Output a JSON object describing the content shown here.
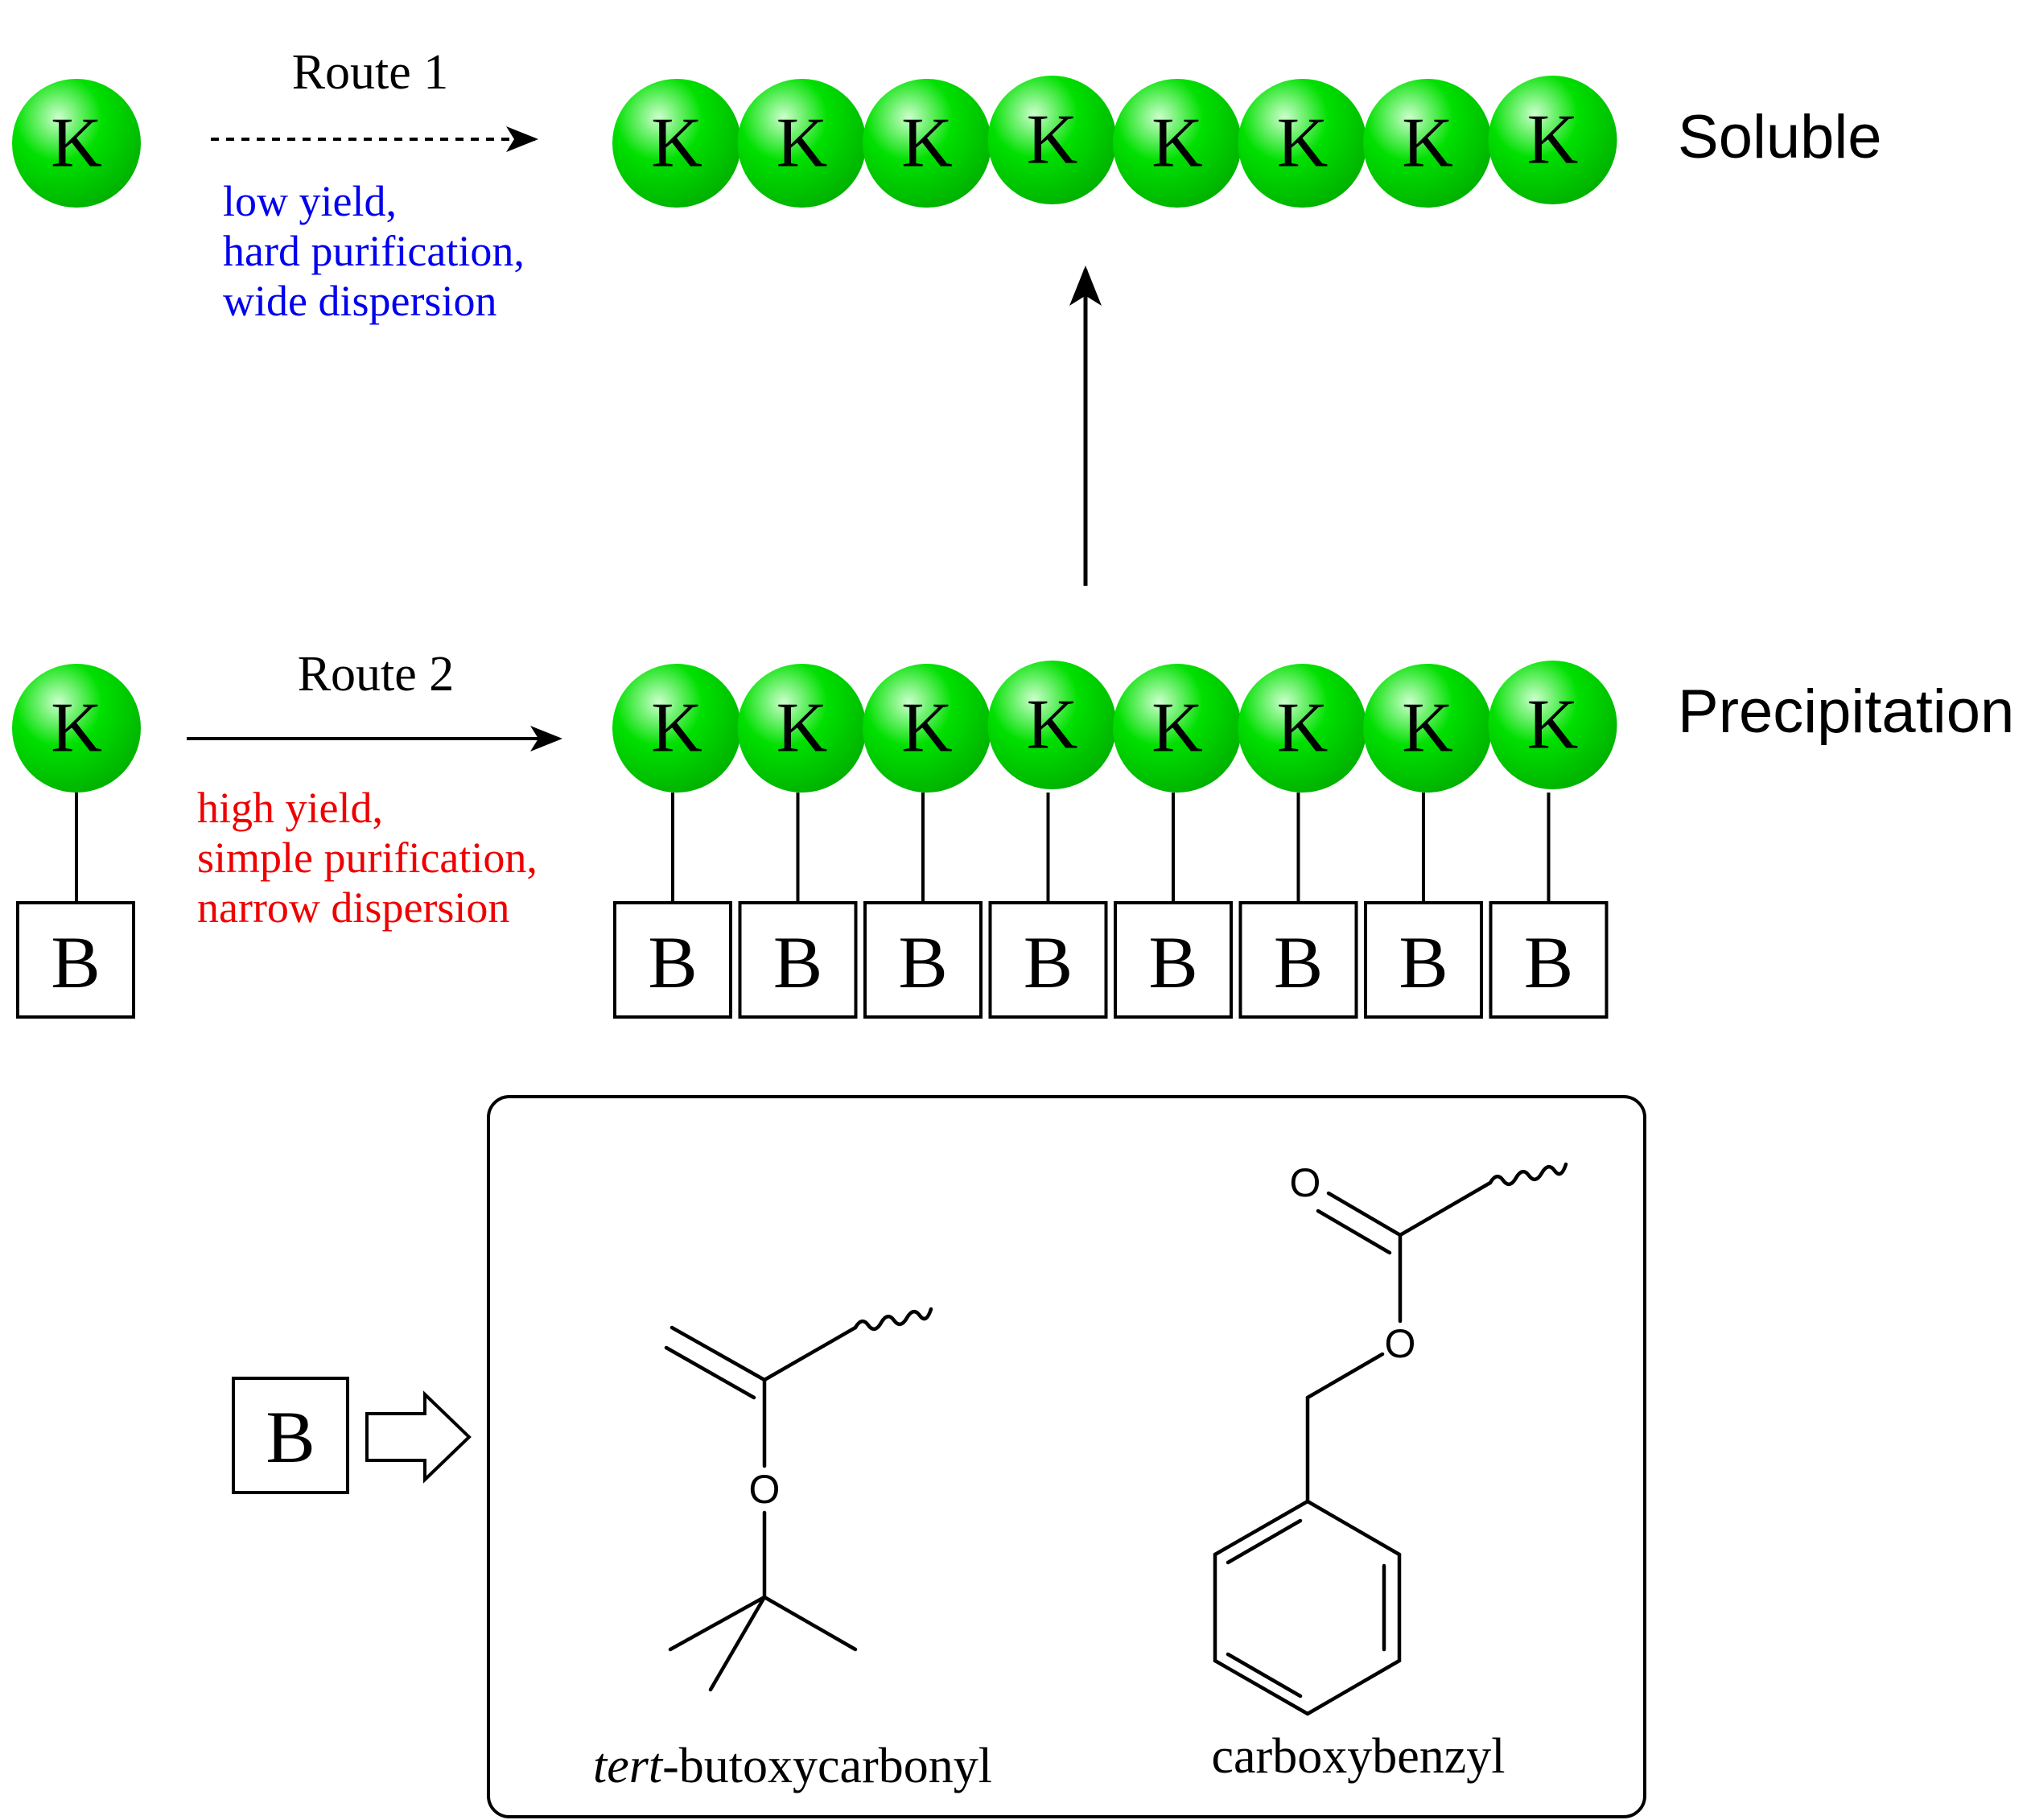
{
  "colors": {
    "bead_fill": "#00e000",
    "bead_highlight": "#ccffcc",
    "bead_edge": "#00b000",
    "route1_note_color": "#0000ee",
    "route2_note_color": "#ee0000",
    "line_color": "#000000"
  },
  "monomer": {
    "letter": "K",
    "protect_letter": "B"
  },
  "route1": {
    "label": "Route 1",
    "notes": [
      "low yield,",
      "hard purification,",
      "wide dispersion"
    ]
  },
  "route2": {
    "label": "Route 2",
    "notes": [
      "high yield,",
      "simple purification,",
      "narrow dispersion"
    ]
  },
  "polymer": {
    "units": [
      "K",
      "K",
      "K",
      "K",
      "K",
      "K",
      "K",
      "K"
    ],
    "protecting_groups": [
      "B",
      "B",
      "B",
      "B",
      "B",
      "B",
      "B",
      "B"
    ]
  },
  "states": {
    "top": "Soluble",
    "middle": "Precipitation"
  },
  "legend": {
    "key_letter": "B",
    "structure1": {
      "name_italic": "tert",
      "name_rest": "-butoxycarbonyl",
      "atom_o": "O"
    },
    "structure2": {
      "name": "carboxybenzyl",
      "atom_o1": "O",
      "atom_o2": "O"
    }
  }
}
